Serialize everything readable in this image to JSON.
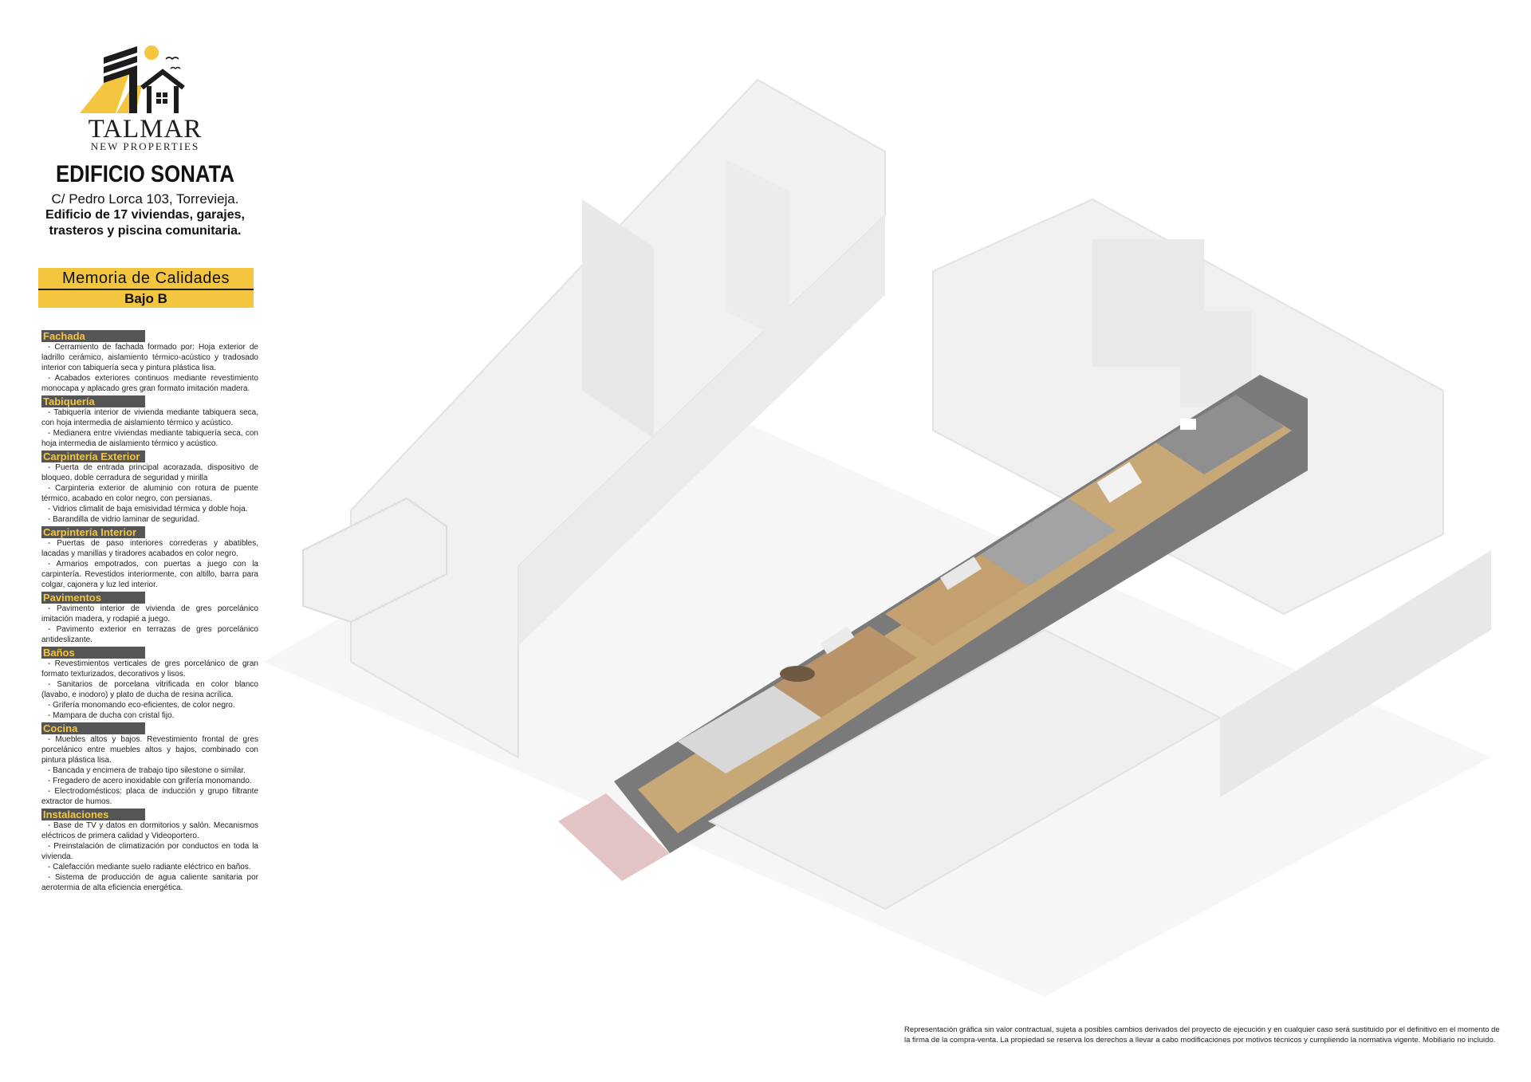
{
  "brand": {
    "name": "TALMAR",
    "subtitle": "NEW PROPERTIES"
  },
  "project": {
    "title": "EDIFICIO SONATA",
    "address": "C/ Pedro Lorca 103, Torrevieja.",
    "description_line1": "Edificio de 17 viviendas, garajes,",
    "description_line2": "trasteros y piscina comunitaria."
  },
  "banner": {
    "title": "Memoria de Calidades",
    "unit": "Bajo B"
  },
  "sections": [
    {
      "title": "Fachada",
      "items": [
        "- Cerramiento de fachada formado por: Hoja exterior de ladrillo cerámico, aislamiento térmico-acústico y tradosado interior con tabiquería seca y pintura plástica lisa.",
        "- Acabados exteriores continuos mediante revestimiento monocapa y aplacado gres gran formato imitación madera."
      ]
    },
    {
      "title": "Tabiquería",
      "items": [
        "- Tabiquería interior de vivienda mediante tabiquera seca, con hoja intermedia de aislamiento térmico y acústico.",
        "- Medianera entre viviendas mediante tabiquería seca, con hoja intermedia de aislamiento térmico y acústico."
      ]
    },
    {
      "title": "Carpintería Exterior",
      "items": [
        "- Puerta de entrada principal acorazada, dispositivo de bloqueo, doble cerradura de seguridad y mirilla",
        "- Carpinteria exterior de aluminio con rotura de puente térmico, acabado en color negro, con persianas.",
        "- Vidrios climalit de baja emisividad térmica y doble hoja.",
        "- Barandilla de vidrio laminar de seguridad."
      ]
    },
    {
      "title": "Carpintería Interior",
      "items": [
        "- Puertas de paso interiores correderas y abatibles, lacadas y manillas y tiradores acabados en color negro.",
        "- Armarios empotrados, con puertas a juego con la carpintería. Revestidos interiormente, con altillo, barra para colgar, cajonera y luz led interior."
      ]
    },
    {
      "title": "Pavimentos",
      "items": [
        "- Pavimento interior de vivienda de gres porcelánico imitación madera, y rodapié a juego.",
        "- Pavimento exterior en terrazas de gres porcelánico antideslizante."
      ]
    },
    {
      "title": "Baños",
      "items": [
        "- Revestimientos verticales de gres porcelánico de gran formato texturizados, decorativos y lisos.",
        "- Sanitarios de porcelana vitrificada en color blanco (lavabo, e inodoro) y plato de ducha de resina acrílica.",
        "- Grifería monomando eco-eficientes, de color negro.",
        "- Mampara de ducha con cristal fijo."
      ]
    },
    {
      "title": "Cocina",
      "items": [
        "- Muebles altos y bajos. Revestimiento frontal de gres porcelánico entre muebles altos y bajos, combinado con pintura plástica lisa.",
        "- Bancada y encimera de trabajo tipo silestone o similar.",
        "- Fregadero de acero inoxidable con grifería monomando.",
        "- Electrodomésticos: placa de inducción y grupo filtrante extractor de humos."
      ]
    },
    {
      "title": "Instalaciones",
      "items": [
        "- Base de TV y datos en dormitorios y salón. Mecanismos eléctricos de primera calidad y Videoportero.",
        "- Preinstalación de climatización por conductos en toda la vivienda.",
        "- Calefacción mediante suelo radiante eléctrico en baños.",
        "- Sistema de producción de agua caliente sanitaria por aerotermia de alta eficiencia energética."
      ]
    }
  ],
  "disclaimer": "Representación gráfica sin valor contractual, sujeta a posibles cambios derivados del proyecto de ejecución y en cualquier caso será sustituido por el definitivo en el momento de la firma de la compra-venta. La propiedad se reserva los derechos a llevar a cabo modificaciones por motivos técnicos y cumpliendo la normativa vigente. Mobiliario no incluido.",
  "colors": {
    "accent": "#f4c63f",
    "section_bg": "#555555",
    "logo_dark": "#1c1c1c"
  }
}
